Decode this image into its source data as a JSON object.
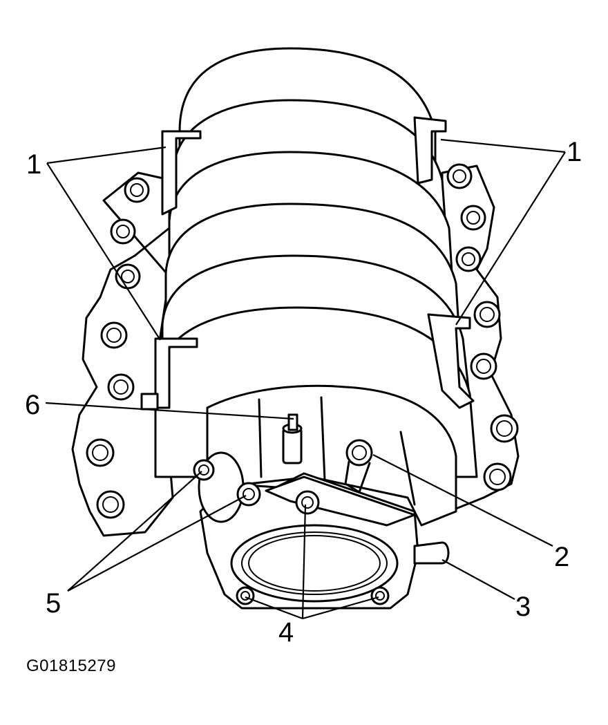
{
  "figure_id": "G01815279",
  "callouts": [
    {
      "id": "left_1",
      "label": "1"
    },
    {
      "id": "right_1",
      "label": "1"
    },
    {
      "id": "c2",
      "label": "2"
    },
    {
      "id": "c3",
      "label": "3"
    },
    {
      "id": "c4",
      "label": "4"
    },
    {
      "id": "c5",
      "label": "5"
    },
    {
      "id": "c6",
      "label": "6"
    }
  ]
}
